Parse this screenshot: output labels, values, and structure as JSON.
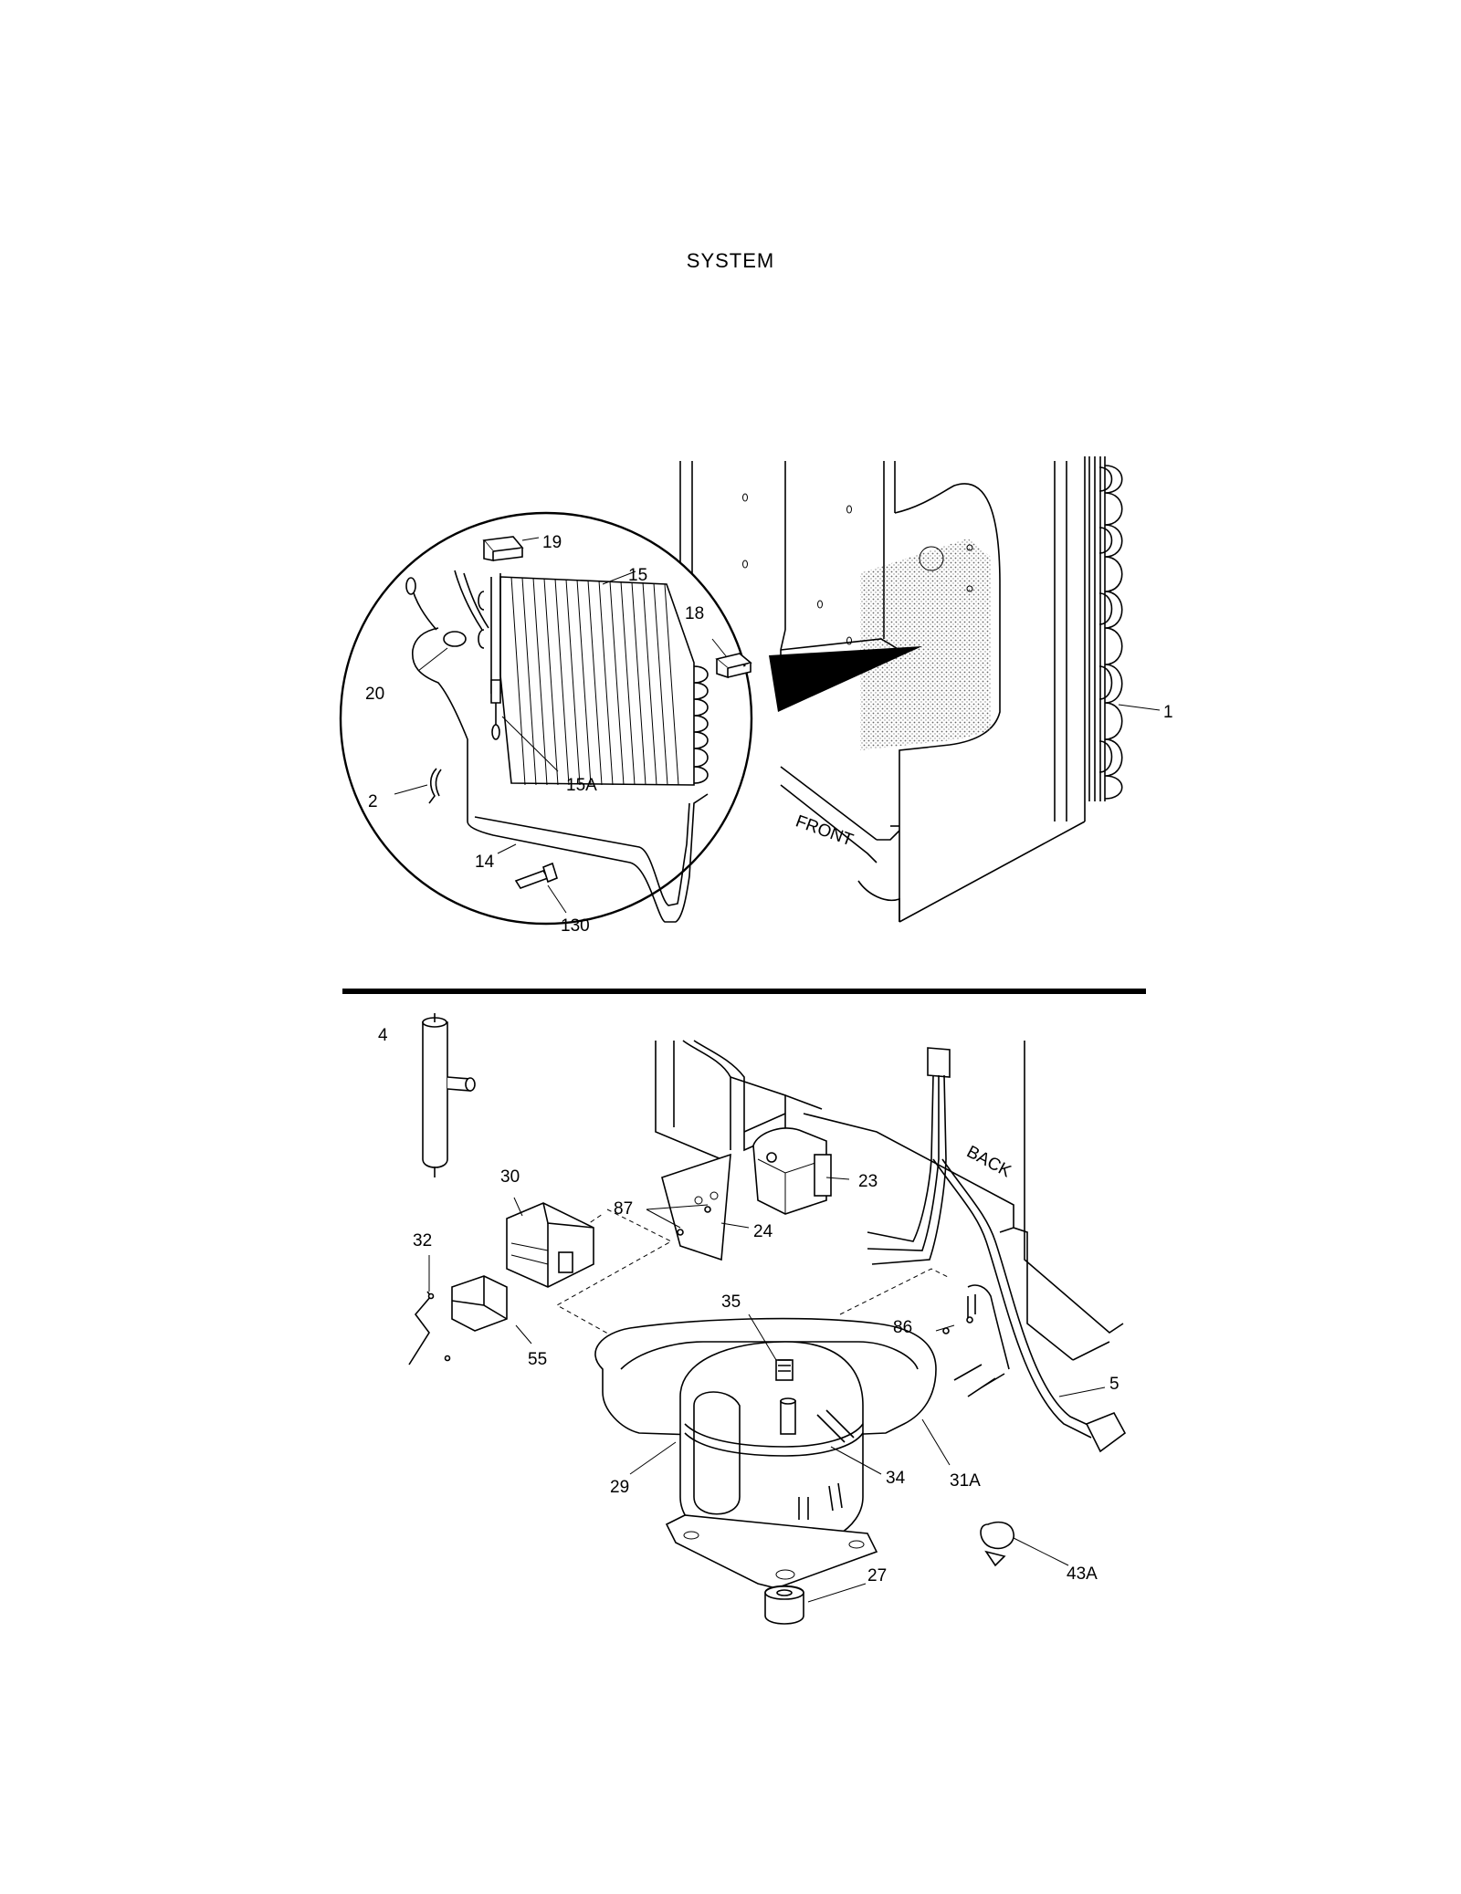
{
  "title": "SYSTEM",
  "text_labels": {
    "front": "FRONT",
    "back": "BACK"
  },
  "callouts_top": [
    {
      "id": "c-19",
      "text": "19"
    },
    {
      "id": "c-15",
      "text": "15"
    },
    {
      "id": "c-18",
      "text": "18"
    },
    {
      "id": "c-20",
      "text": "20"
    },
    {
      "id": "c-15A",
      "text": "15A"
    },
    {
      "id": "c-2",
      "text": "2"
    },
    {
      "id": "c-14",
      "text": "14"
    },
    {
      "id": "c-130",
      "text": "130"
    },
    {
      "id": "c-1",
      "text": "1"
    }
  ],
  "callouts_bottom": [
    {
      "id": "c-4",
      "text": "4"
    },
    {
      "id": "c-30",
      "text": "30"
    },
    {
      "id": "c-87",
      "text": "87"
    },
    {
      "id": "c-23",
      "text": "23"
    },
    {
      "id": "c-24",
      "text": "24"
    },
    {
      "id": "c-32",
      "text": "32"
    },
    {
      "id": "c-35",
      "text": "35"
    },
    {
      "id": "c-86",
      "text": "86"
    },
    {
      "id": "c-55",
      "text": "55"
    },
    {
      "id": "c-5",
      "text": "5"
    },
    {
      "id": "c-29",
      "text": "29"
    },
    {
      "id": "c-34",
      "text": "34"
    },
    {
      "id": "c-31A",
      "text": "31A"
    },
    {
      "id": "c-27",
      "text": "27"
    },
    {
      "id": "c-43A",
      "text": "43A"
    }
  ]
}
